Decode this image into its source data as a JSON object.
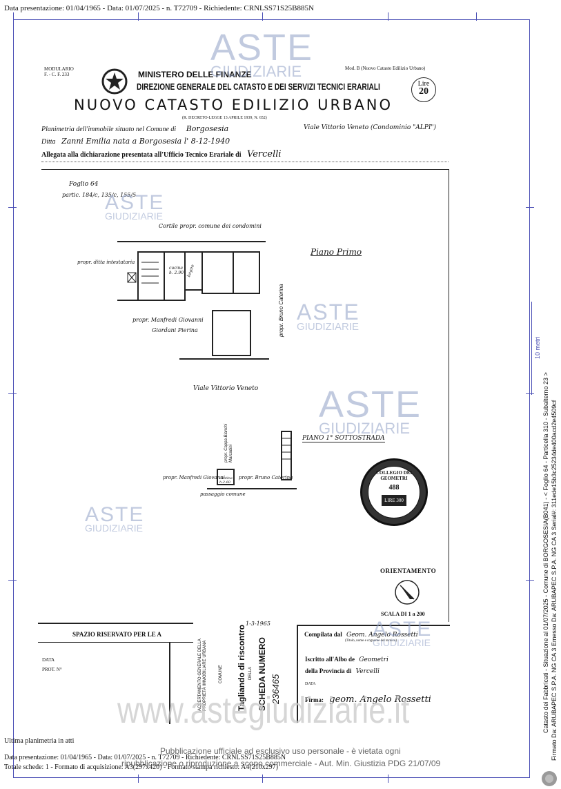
{
  "header_line": "Data presentazione: 01/04/1965 - Data: 01/07/2025 - n. T72709 - Richiedente: CRNLSS71S25B885N",
  "form": {
    "modulario": "MODULARIO",
    "modulario_code": "F. - C. F. 233",
    "ministry": "MINISTERO DELLE FINANZE",
    "direction": "DIREZIONE GENERALE DEL CATASTO E DEI SERVIZI TECNICI ERARIALI",
    "mod_b": "Mod. B (Nuovo Catasto Edilizio Urbano)",
    "lire": "Lire",
    "lire_value": "20",
    "title": "NUOVO CATASTO EDILIZIO URBANO",
    "decree": "(R. DECRETO-LEGGE 13 APRILE 1939, N. 652)",
    "line1_label": "Planimetria dell'immobile situato nel Comune di",
    "comune": "Borgosesia",
    "street": "Viale Vittorio Veneto (Condominio \"ALPI\")",
    "line2_label": "Ditta",
    "ditta": "Zanni Emilia nata a Borgosesia l' 8-12-1940",
    "line3_label": "Allegata alla dichiarazione presentata all'Ufficio Tecnico Erariale di",
    "ufficio": "Vercelli"
  },
  "plan": {
    "foglio": "Foglio 64",
    "particelle": "partic. 184/c, 135/c, 155/5",
    "cortile": "Cortile propr. comune dei condomini",
    "piano_primo": "Piano Primo",
    "propr_ditta": "propr. ditta intestataria",
    "cucina": "cucina",
    "cucina_h": "h. 2.90",
    "bagno": "bagno",
    "propr_manfredi": "propr. Manfredi Giovanni",
    "giordani": "Giordani Pierina",
    "propr_bruno": "propr. Bruno Caterina",
    "viale": "Viale Vittorio Veneto",
    "piano_sotto": "PIANO 1° SOTTOSTRADA",
    "propr_manfredi2": "propr. Manfredi Giovanni",
    "cantina": "cantina h.2.60",
    "propr_bruno2": "propr. Bruno Caterina",
    "propr_cappa": "propr. Cappa Bianchi Marcadini",
    "passaggio": "passaggio comune",
    "orientamento": "ORIENTAMENTO",
    "scala": "SCALA DI 1 a 200",
    "stamp_text": "COLLEGIO DEI GEOMETRI",
    "stamp_lire": "LIRE 300",
    "stamp_num": "488"
  },
  "footer_form": {
    "spazio": "SPAZIO RISERVATO PER LE A",
    "data": "DATA",
    "prot": "PROT. N°",
    "accertamento": "ACCERTAMENTO GENERALE DELLA PROPRIETÀ IMMOBILIARE URBANA",
    "tagliando": "Tagliando di riscontro",
    "della": "DELLA",
    "scheda": "SCHEDA NUMERO",
    "scheda_num": "236465",
    "comune": "COMUNE",
    "compilata_label": "Compilata dal",
    "compilata": "Geom. Angelo Rossetti",
    "titolo_note": "(Titolo, nome e cognome del tecnico)",
    "iscritto_label": "Iscritto all'Albo de",
    "iscritto": "Geometri",
    "provincia_label": "della Provincia di",
    "provincia": "Vercelli",
    "data_label": "DATA",
    "firma_label": "Firma:",
    "firma": "geom. Angelo Rossetti",
    "date_hand": "1-3-1965"
  },
  "watermarks": {
    "aste": "ASTE",
    "giudiziarie": "GIUDIZIARIE",
    "site": "www.astegiudiziarie.it"
  },
  "bottom": {
    "ultima": "Ultima planimetria in atti",
    "line1": "Data presentazione: 01/04/1965 - Data: 01/07/2025 - n. T72709 - Richiedente: CRNLSS71S25B885N",
    "line2": "Totale schede: 1 - Formato di acquisizione: A3(297x420) - Formato stampa richiesto: A4(210x297)",
    "pub1": "Pubblicazione ufficiale ad esclusivo uso personale - è vietata ogni",
    "pub2": "ripubblicazione o riproduzione a scopo commerciale - Aut. Min. Giustizia PDG 21/07/09"
  },
  "side": {
    "scale_label": "10 metri",
    "catasto": "Catasto dei Fabbricati - Situazione al 01/07/2025 - Comune di BORGOSESIA(B041) - < Foglio 64 - Particella 310 - Subalterno 23 >",
    "firmato": "Firmato Da: ARUBAPEC S.P.A. NG CA 3 Emesso Da: ARUBAPEC S.P.A. NG CA 3 Serial#: 311ede15b3c25234de400acd2e4509cf"
  },
  "colors": {
    "frame": "#4a4fb5",
    "watermark": "#8fa0c6"
  }
}
